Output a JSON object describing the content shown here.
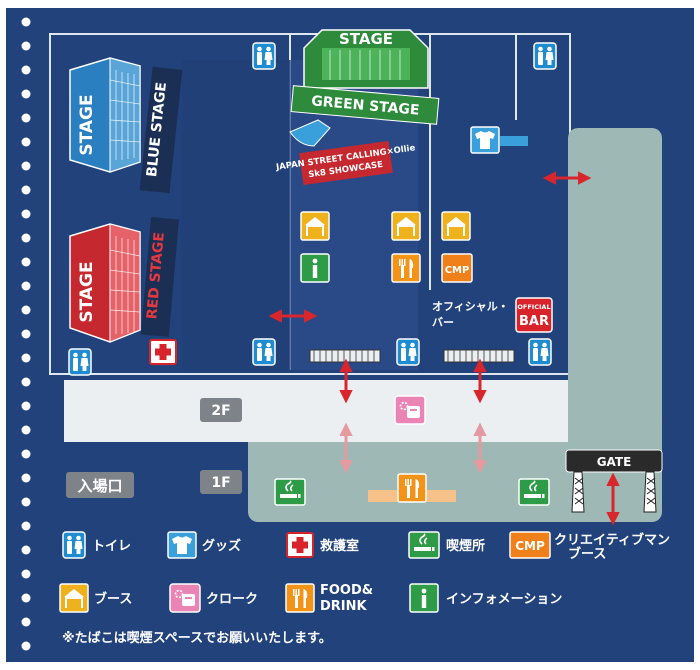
{
  "colors": {
    "background": "#22427c",
    "lane": "#2c4f8c",
    "floor_1f": "#9db8b5",
    "floor_2f": "#eceff1",
    "toilet": "#1f8ccf",
    "goods": "#3aa0dc",
    "first_aid": "#d9232a",
    "smoking": "#2e9b47",
    "creative": "#f08019",
    "booth": "#f0b21c",
    "cloak": "#ea84b4",
    "food": "#f39318",
    "info": "#2e9b47",
    "green_stage": "#2e8b3c",
    "blue_stage": "#2a7fc0",
    "red_stage": "#c5282f",
    "arrow": "#d8262c",
    "gate": "#333333"
  },
  "stages": {
    "stage_word": "STAGE",
    "blue": "BLUE STAGE",
    "red": "RED STAGE",
    "green": "GREEN STAGE",
    "showcase_line1": "JAPAN STREET CALLING×Ollie",
    "showcase_line2": "Sk8 SHOWCASE"
  },
  "floors": {
    "second": "2F",
    "first": "1F",
    "entrance": "入場口",
    "gate": "GATE"
  },
  "places": {
    "official_bar_label_line1": "オフィシャル・",
    "official_bar_label_line2": "バー",
    "official_bar_badge_top": "OFFICIAL",
    "official_bar_badge_bottom": "BAR",
    "cmp_badge": "CMP"
  },
  "legend": {
    "toilet": "トイレ",
    "goods": "グッズ",
    "first_aid": "救護室",
    "smoking": "喫煙所",
    "creative_line1": "クリエイティブマン",
    "creative_line2": "ブース",
    "creative_badge": "CMP",
    "booth": "ブース",
    "cloak": "クローク",
    "food_line1": "FOOD&",
    "food_line2": "DRINK",
    "info": "インフォメーション"
  },
  "note": "※たばこは喫煙スペースでお願いいたします。"
}
